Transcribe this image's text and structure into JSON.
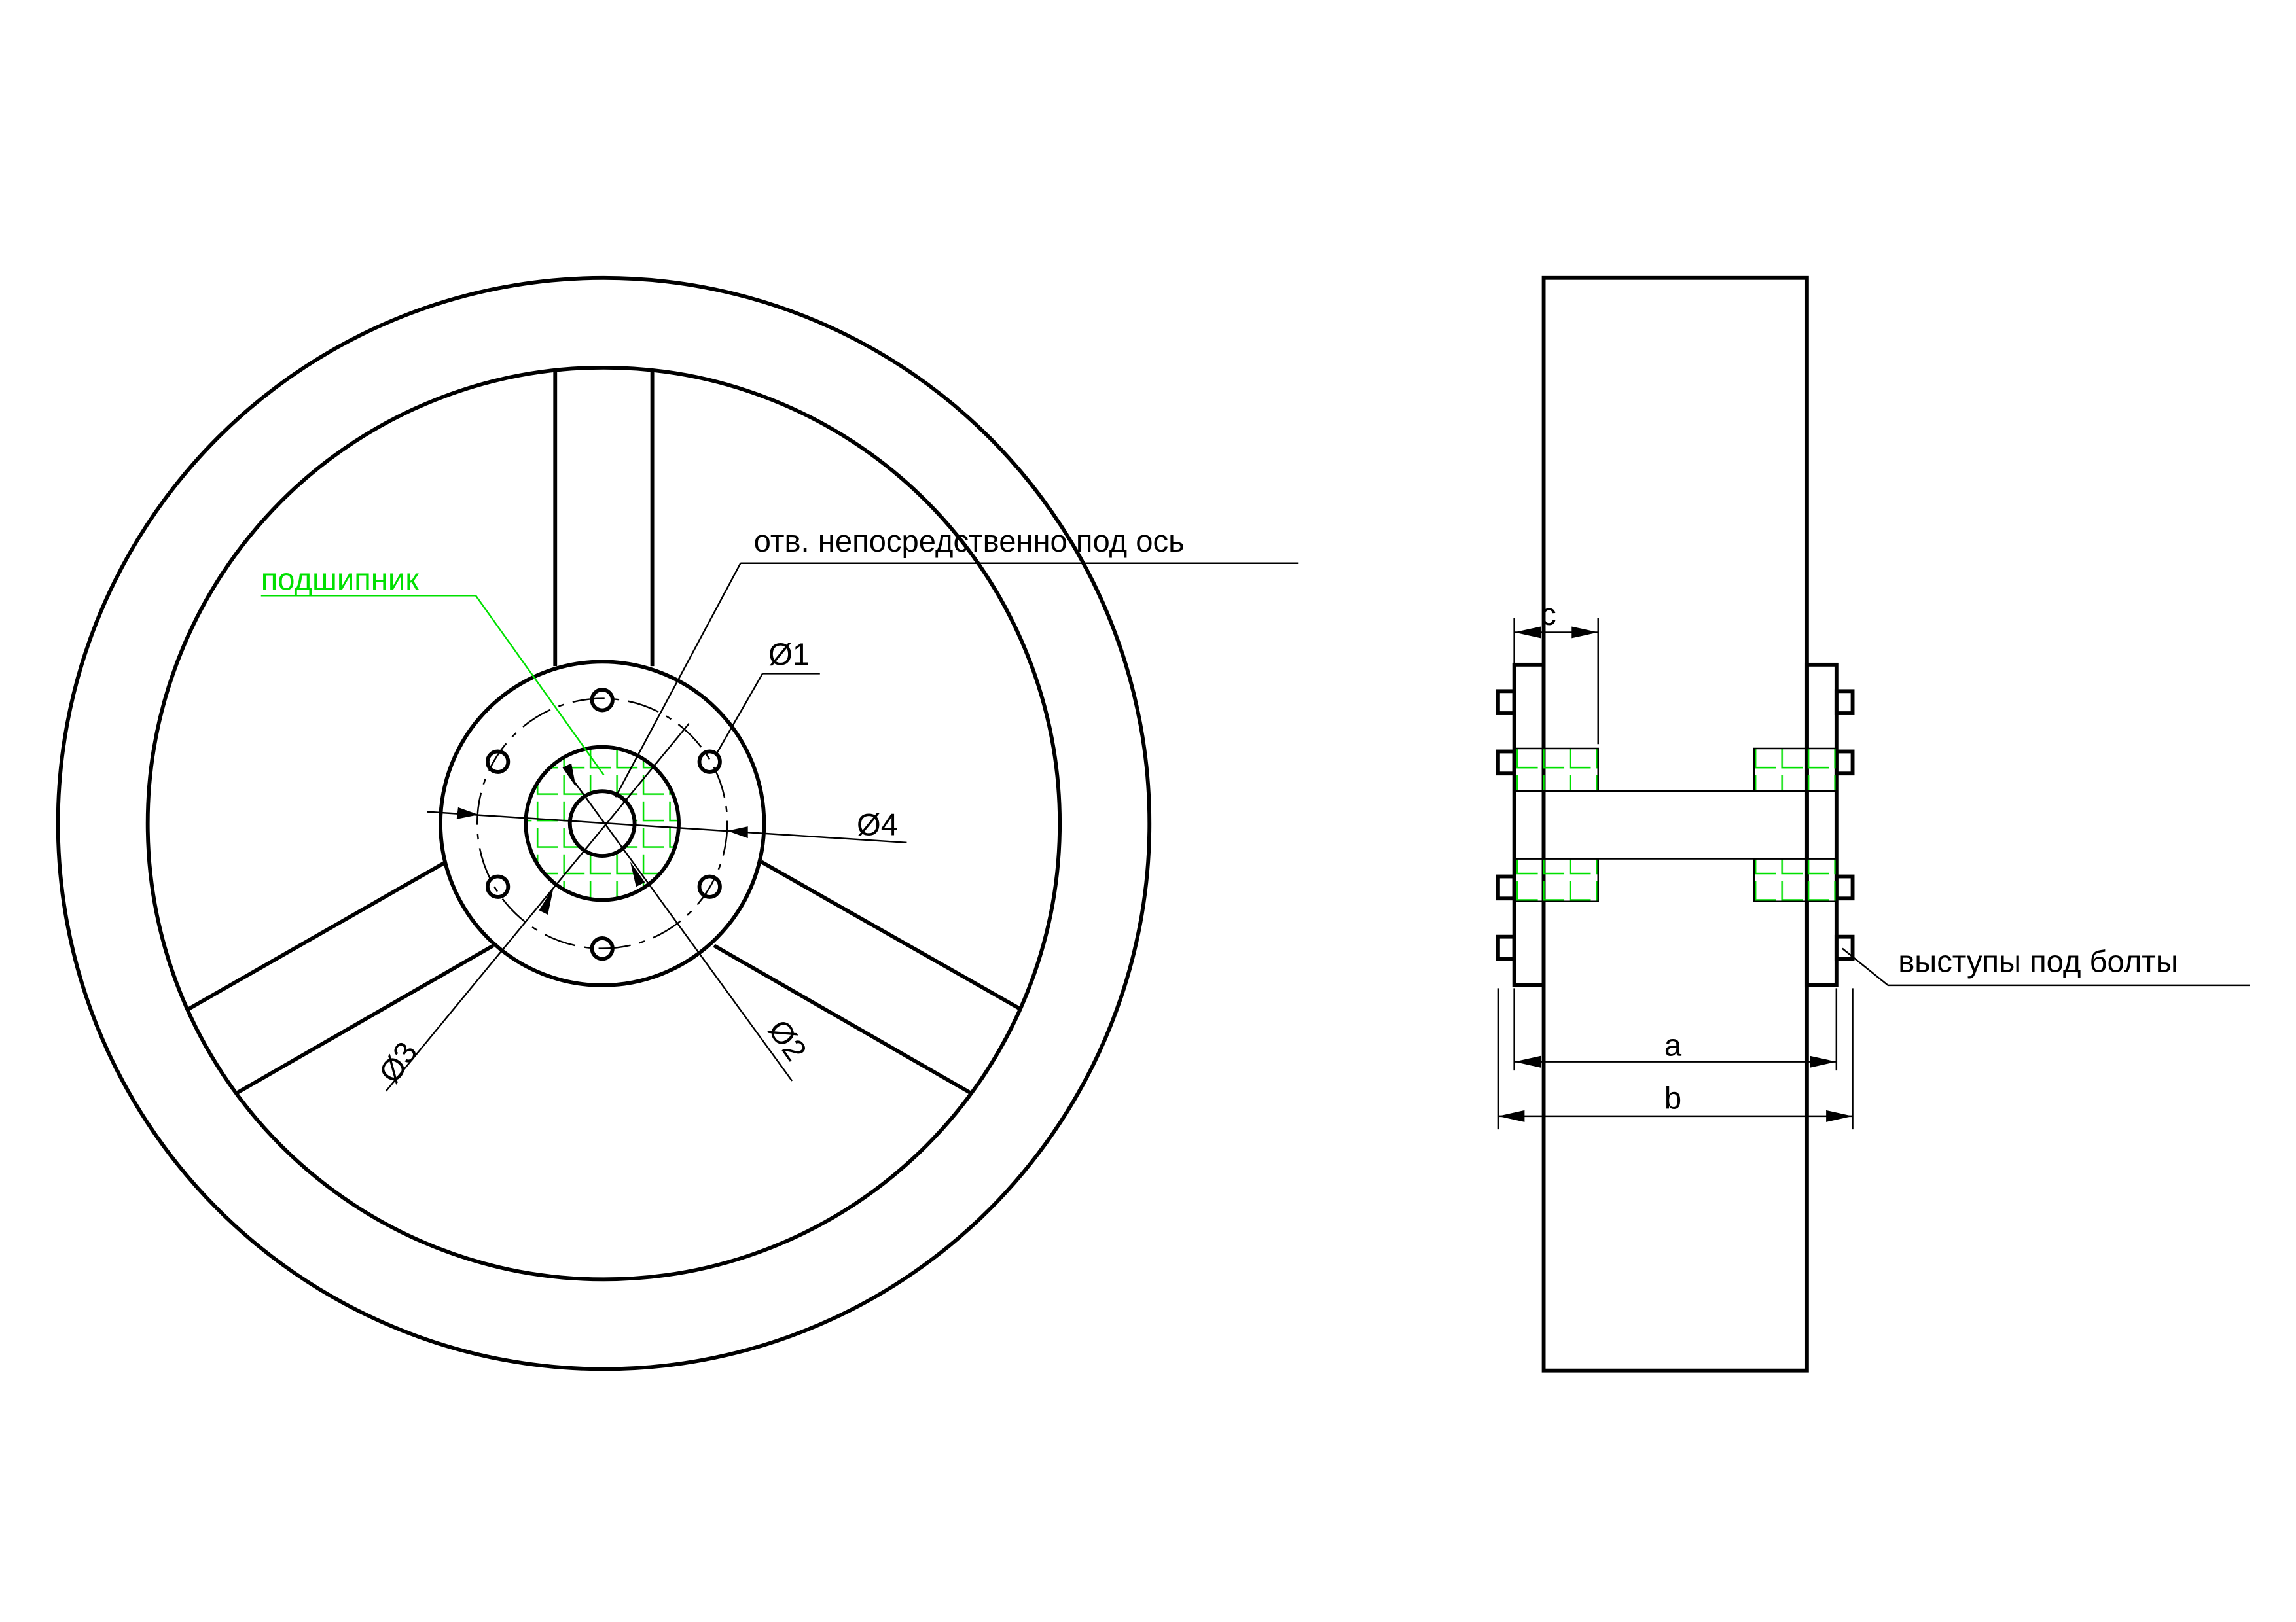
{
  "drawing": {
    "front_view": {
      "bearing_label": "подшипник",
      "axle_hole_label": "отв. непосредственно под ось",
      "dim_d1": "Ø1",
      "dim_d2": "Ø2",
      "dim_d3": "Ø3",
      "dim_d4": "Ø4",
      "bolt_hole_count": 6,
      "spoke_count": 3
    },
    "side_view": {
      "dim_a": "a",
      "dim_b": "b",
      "dim_c": "c",
      "bolt_bosses_label": "выступы под болты"
    },
    "colors": {
      "lines": "#000000",
      "bearing_hatch": "#00e000"
    }
  }
}
